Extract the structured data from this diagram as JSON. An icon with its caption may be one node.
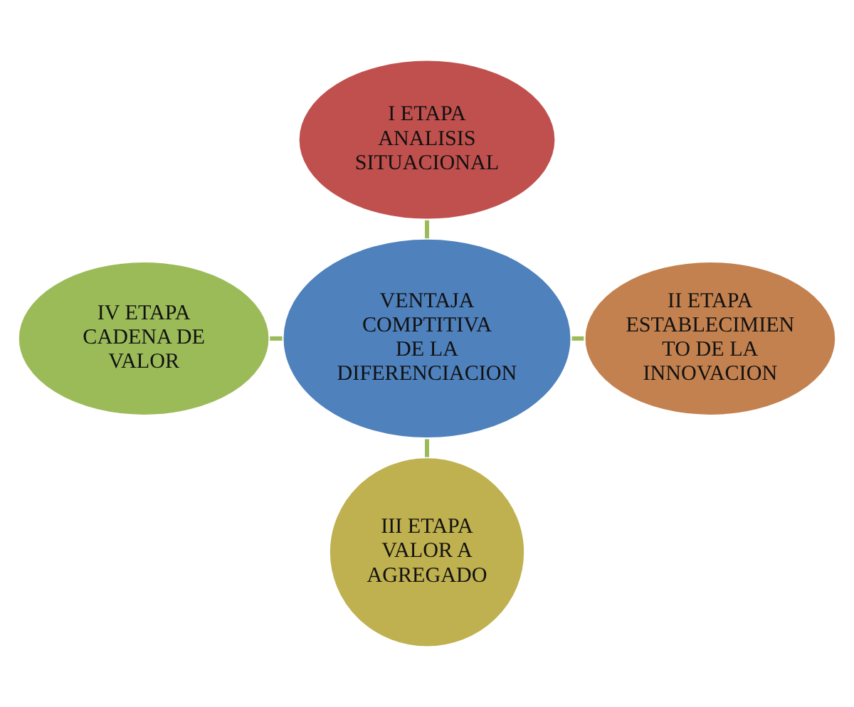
{
  "diagram": {
    "nodes": [
      {
        "text": [
          "I ETAPA",
          "ANALISIS SITUACIONAL"
        ]
      },
      {
        "text": [
          "IV ETAPA",
          "CADENA DE VALOR"
        ]
      },
      {
        "text": [
          "VENTAJA COMPTITIVA",
          "DE LA DIFERENCIACION"
        ]
      },
      {
        "text": [
          "II ETAPA",
          "ESTABLECIMIEN TO DE LA INNOVACION"
        ]
      },
      {
        "text": [
          "III ETAPA",
          "VALOR A AGREGADO"
        ]
      }
    ],
    "edges": [
      {
        "from": 0,
        "to": 2,
        "arrow": "none"
      },
      {
        "from": 1,
        "to": 2,
        "arrow": "none"
      },
      {
        "from": 2,
        "to": 3,
        "arrow": "none"
      },
      {
        "from": 2,
        "to": 4,
        "arrow": "none"
      }
    ]
  }
}
